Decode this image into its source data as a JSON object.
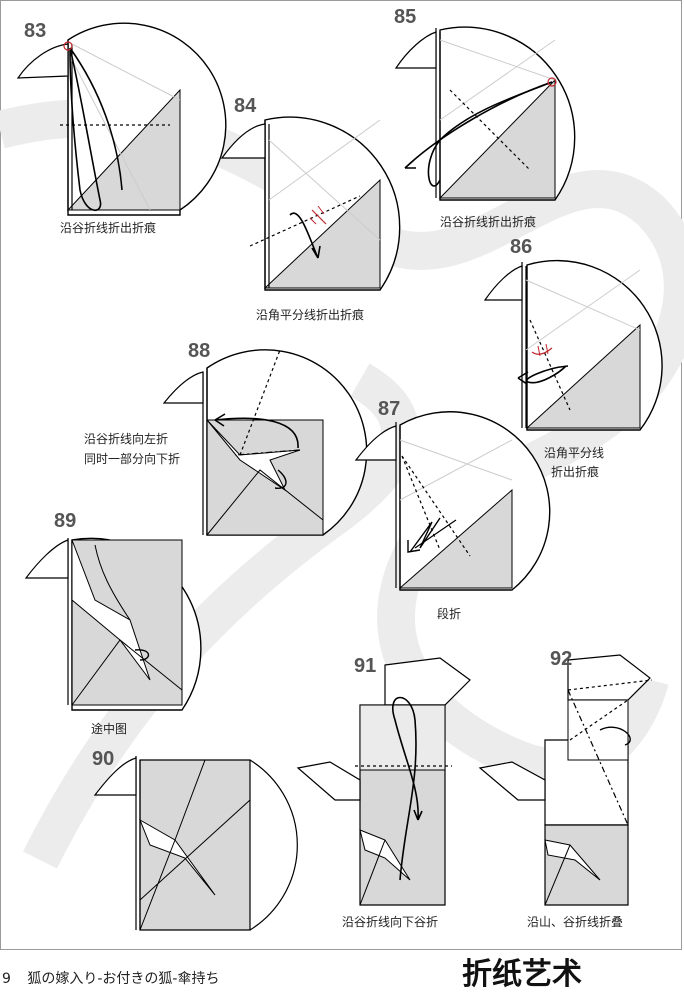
{
  "steps": [
    {
      "number": "83",
      "caption": "沿谷折线折出折痕"
    },
    {
      "number": "84",
      "caption": "沿角平分线折出折痕"
    },
    {
      "number": "85",
      "caption": "沿谷折线折出折痕"
    },
    {
      "number": "86",
      "caption_line1": "沿角平分线",
      "caption_line2": "折出折痕"
    },
    {
      "number": "87",
      "caption": "段折"
    },
    {
      "number": "88",
      "caption_line1": "沿谷折线向左折",
      "caption_line2": "同时一部分向下折"
    },
    {
      "number": "89",
      "caption": "途中图"
    },
    {
      "number": "90",
      "caption": ""
    },
    {
      "number": "91",
      "caption": "沿谷折线向下谷折"
    },
    {
      "number": "92",
      "caption": "沿山、谷折线折叠"
    }
  ],
  "footer": {
    "page_number": "9",
    "title": "狐の嫁入り-お付きの狐-傘持ち"
  },
  "logo": {
    "text": "折纸艺术"
  },
  "colors": {
    "paper_gray": "#d8d8d8",
    "marker_red": "#c0272d",
    "swoosh": "#ececec"
  }
}
